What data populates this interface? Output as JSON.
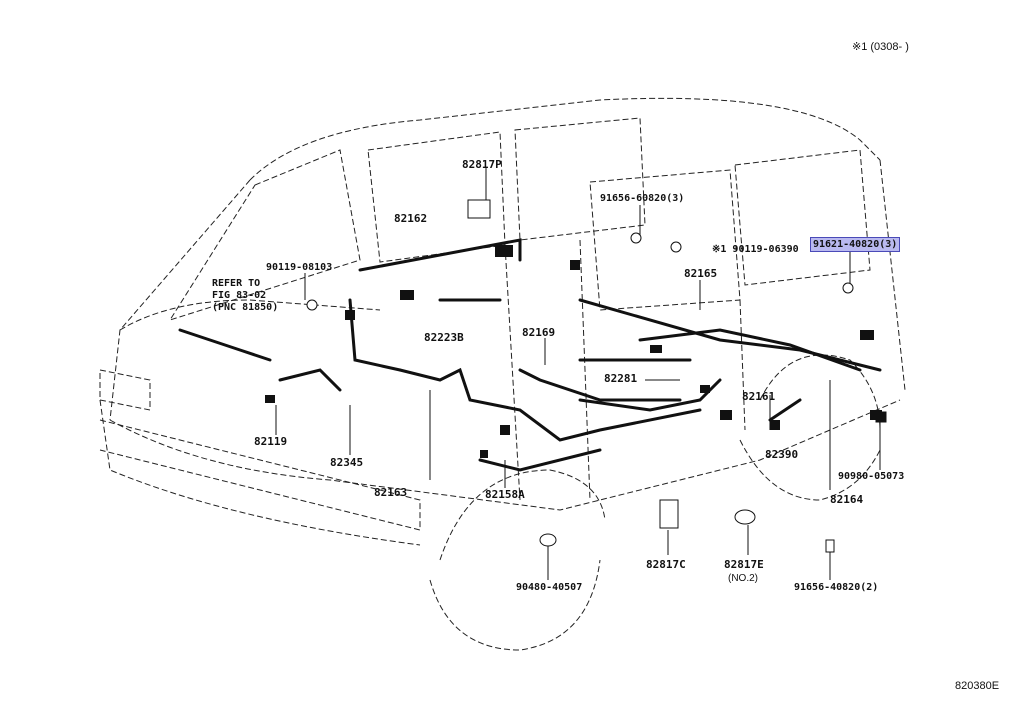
{
  "header_note": "※1 (0308-       )",
  "diagram_id": "820380E",
  "highlight_color": "#b9b9f0",
  "reference_note": "REFER TO\nFIG 83-02\n(PNC 81850)",
  "parts": {
    "p82817P": "82817P",
    "p82162": "82162",
    "p91656_60820": "91656-60820(3)",
    "p90119_06390": "※1 90119-06390",
    "p91621_40820": "91621-40820(3)",
    "p90119_08103": "90119-08103",
    "p82165": "82165",
    "p82223B": "82223B",
    "p82169": "82169",
    "p82281": "82281",
    "p82161": "82161",
    "p82119": "82119",
    "p82345": "82345",
    "p82390": "82390",
    "p90980_05073": "90980-05073",
    "p82163": "82163",
    "p82158A": "82158A",
    "p82164": "82164",
    "p82817C": "82817C",
    "p82817E": "82817E",
    "p82817E_sub": "(NO.2)",
    "p90480_40507": "90480-40507",
    "p91656_40820": "91656-40820(2)"
  }
}
